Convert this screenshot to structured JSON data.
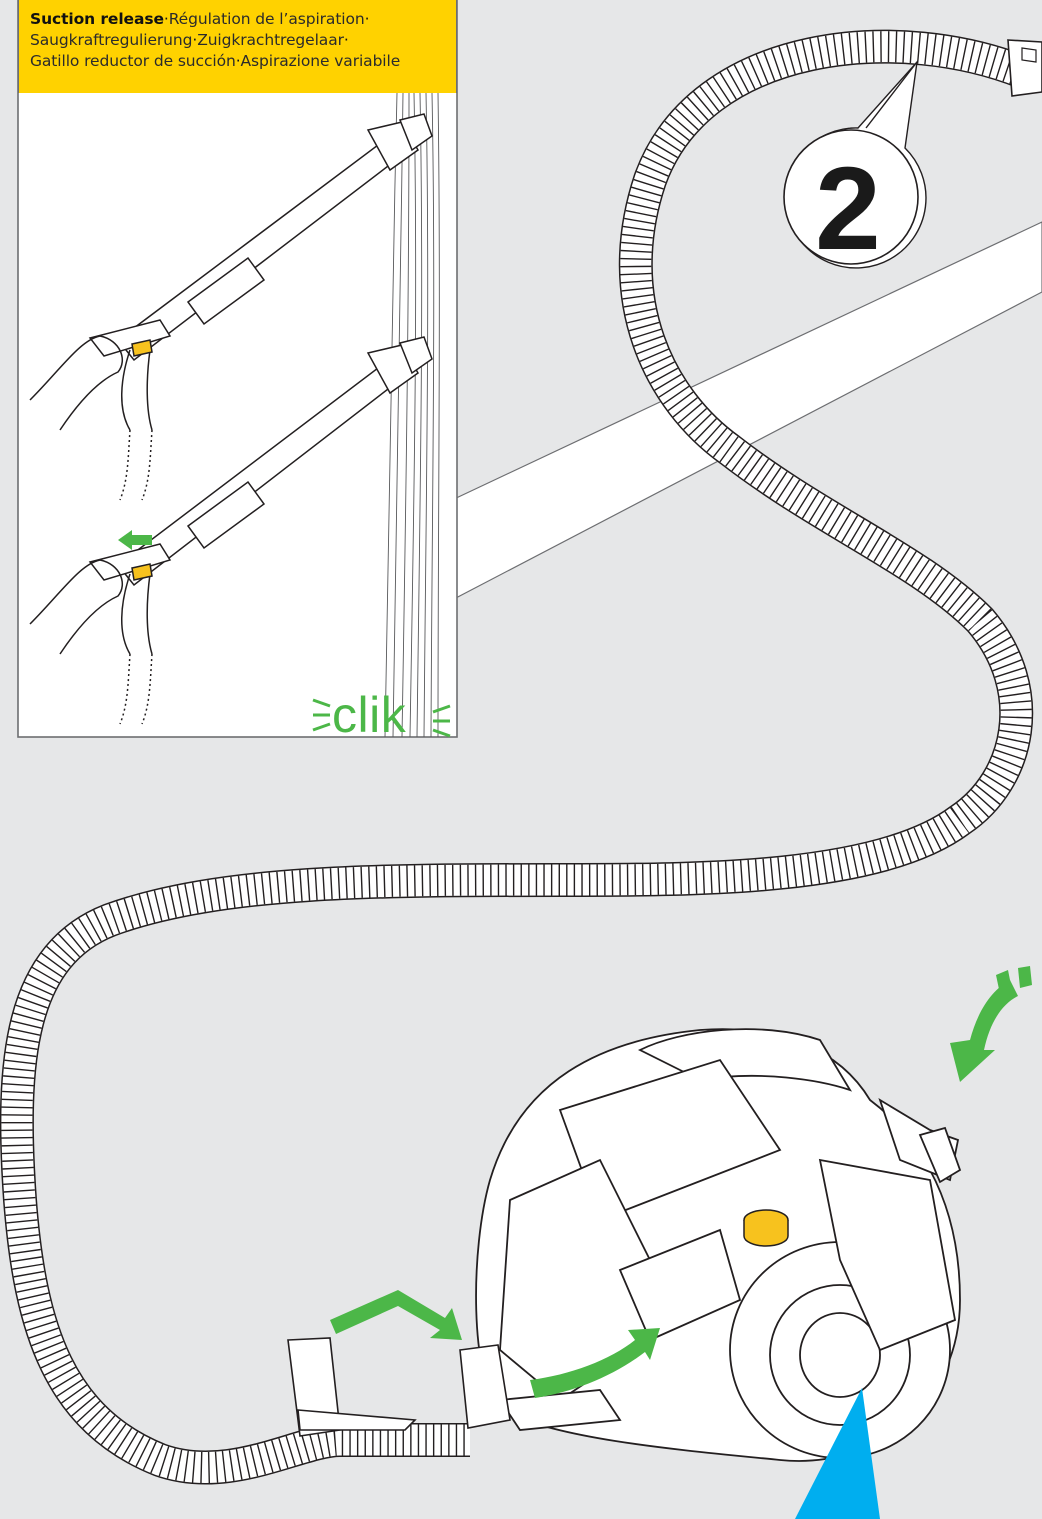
{
  "inset": {
    "title": "Suction release",
    "translations": [
      "Régulation de l’aspiration",
      "Saugkraftregulierung",
      "Zuigkrachtregelaar",
      "Gatillo reductor de succión",
      "Aspirazione variabile"
    ]
  },
  "step": {
    "number": "2"
  },
  "callout": {
    "click_sound": "clik"
  },
  "colors": {
    "background": "#e6e7e8",
    "header_yellow": "#ffd200",
    "arrow_green": "#4cb748",
    "accent_blue": "#00aeef",
    "button_yellow": "#f7c21e",
    "line": "#231f20"
  }
}
